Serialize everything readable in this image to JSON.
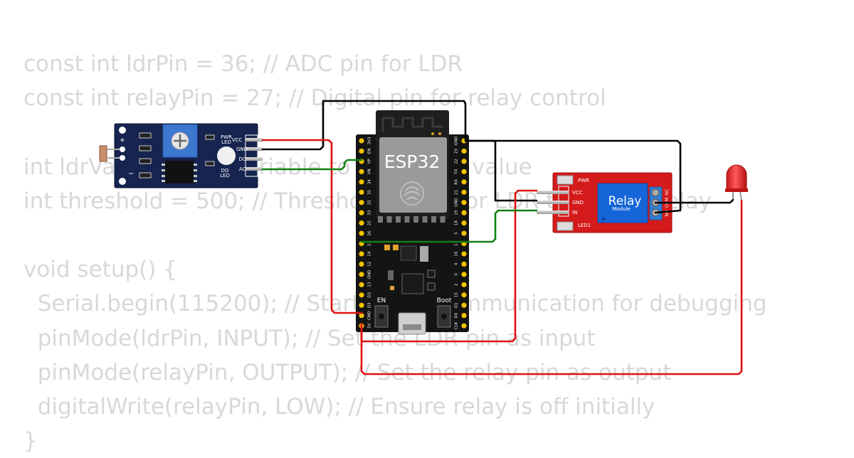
{
  "code": [
    "const int ldrPin = 36; // ADC pin for LDR",
    "const int relayPin = 27; // Digital pin for relay control",
    "",
    "int ldrValue = 0; // Variable to store LDR value",
    "int threshold = 500; // Threshold value for LDR to trigger relay",
    "",
    "void setup() {",
    "  Serial.begin(115200); // Start serial communication for debugging",
    "  pinMode(ldrPin, INPUT); // Set the LDR pin as input",
    "  pinMode(relayPin, OUTPUT); // Set the relay pin as output",
    "  digitalWrite(relayPin, LOW); // Ensure relay is off initially",
    "}"
  ],
  "ldr_module": {
    "pins": [
      "VCC",
      "GND",
      "DO",
      "AO"
    ],
    "labels": {
      "power": "PWR",
      "power_sub": "LED",
      "digital": "DO",
      "digital_sub": "LED",
      "plus": "+",
      "minus": "−"
    }
  },
  "esp32": {
    "name": "ESP32",
    "left_pins": [
      "3V3",
      "EN",
      "VP",
      "VN",
      "34",
      "35",
      "32",
      "33",
      "25",
      "26",
      "27",
      "14",
      "12",
      "GND",
      "13",
      "D2",
      "D3",
      "CMD",
      "5V"
    ],
    "right_pins": [
      "GND",
      "23",
      "22",
      "TX",
      "RX",
      "21",
      "GND",
      "19",
      "18",
      "5",
      "17",
      "16",
      "4",
      "0",
      "2",
      "15",
      "D1",
      "D0",
      "CLK"
    ],
    "buttons": {
      "en": "EN",
      "boot": "Boot"
    }
  },
  "relay_module": {
    "title": "Relay",
    "subtitle": "Module",
    "pins": [
      "VCC",
      "GND",
      "IN"
    ],
    "terminals": [
      "NC",
      "COM",
      "NO"
    ],
    "led_labels": {
      "power": "PWR",
      "status": "LED1"
    }
  },
  "colors": {
    "code_text": "#d8d8d8",
    "wire_power": "#e01010",
    "wire_ground": "#000000",
    "wire_signal": "#108010",
    "ldr_board": "#16244f",
    "esp32_board": "#141414",
    "relay_board": "#d41a1a",
    "relay_block": "#1565d8",
    "led": "#e63232"
  }
}
